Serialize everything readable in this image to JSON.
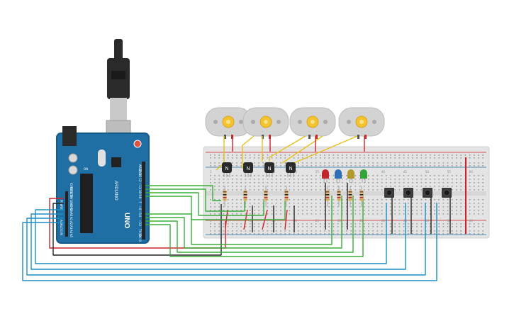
{
  "board": {
    "logo": "UNO",
    "brand": "ARDUINO",
    "brand_small": "Arduino",
    "made_in": "ITALY",
    "header_digital": "DIGITAL (PWM~)",
    "header_power": "POWER",
    "header_analog": "ANALOG IN",
    "on_label": "ON",
    "pin_labels_top": [
      "AREF",
      "GND",
      "13",
      "12",
      "~11",
      "~10",
      "~9",
      "8",
      "7",
      "~6",
      "~5",
      "4",
      "~3",
      "2",
      "TX→1",
      "RX←0"
    ],
    "pin_labels_bottom": [
      "IOREF",
      "RESET",
      "3.3V",
      "5V",
      "GND",
      "GND",
      "Vin",
      "A0",
      "A1",
      "A2",
      "A3",
      "A4",
      "A5"
    ]
  },
  "breadboard": {
    "row_labels": [
      "1",
      "5",
      "10",
      "15",
      "20",
      "25",
      "30",
      "35",
      "40",
      "45",
      "50",
      "55",
      "60"
    ],
    "col_letters": [
      "a",
      "b",
      "c",
      "d",
      "e",
      "f",
      "g",
      "h",
      "i",
      "j"
    ]
  },
  "components": {
    "motors": 4,
    "transistor_label": "N",
    "transistor_count": 4,
    "led_colors": [
      "#c0262c",
      "#2f6fb5",
      "#b29a2c",
      "#34a43a"
    ],
    "buttons": 4
  },
  "colors": {
    "board": "#1f6fa5",
    "board_dark": "#175a89",
    "breadboard": "#e4e4e4",
    "wire_red": "#d0202a",
    "wire_black": "#222222",
    "wire_green": "#3aad3a",
    "wire_yellow": "#e6c21a",
    "wire_blue": "#1c8fc3",
    "motor_body": "#d3d3d3",
    "motor_hub": "#f4c430"
  }
}
